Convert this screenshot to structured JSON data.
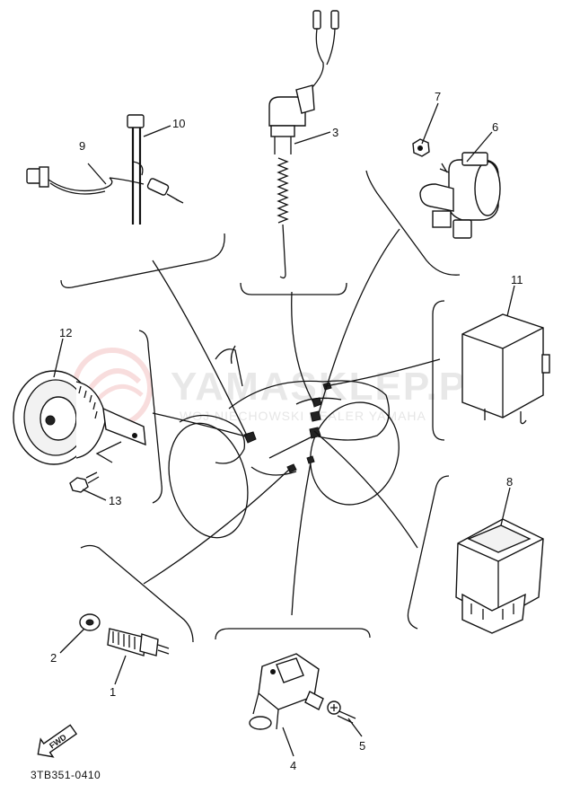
{
  "watermark": {
    "main": "YAMASKLEP.PL",
    "sub": "WOJ NIECHOWSKI DEALER YAMAHA"
  },
  "diagram_code": "3TB351-0410",
  "fwd_label": "FWD",
  "callouts": {
    "c1": "1",
    "c2": "2",
    "c3": "3",
    "c4": "4",
    "c5": "5",
    "c6": "6",
    "c7": "7",
    "c8": "8",
    "c9": "9",
    "c10": "10",
    "c11": "11",
    "c12": "12",
    "c13": "13"
  }
}
